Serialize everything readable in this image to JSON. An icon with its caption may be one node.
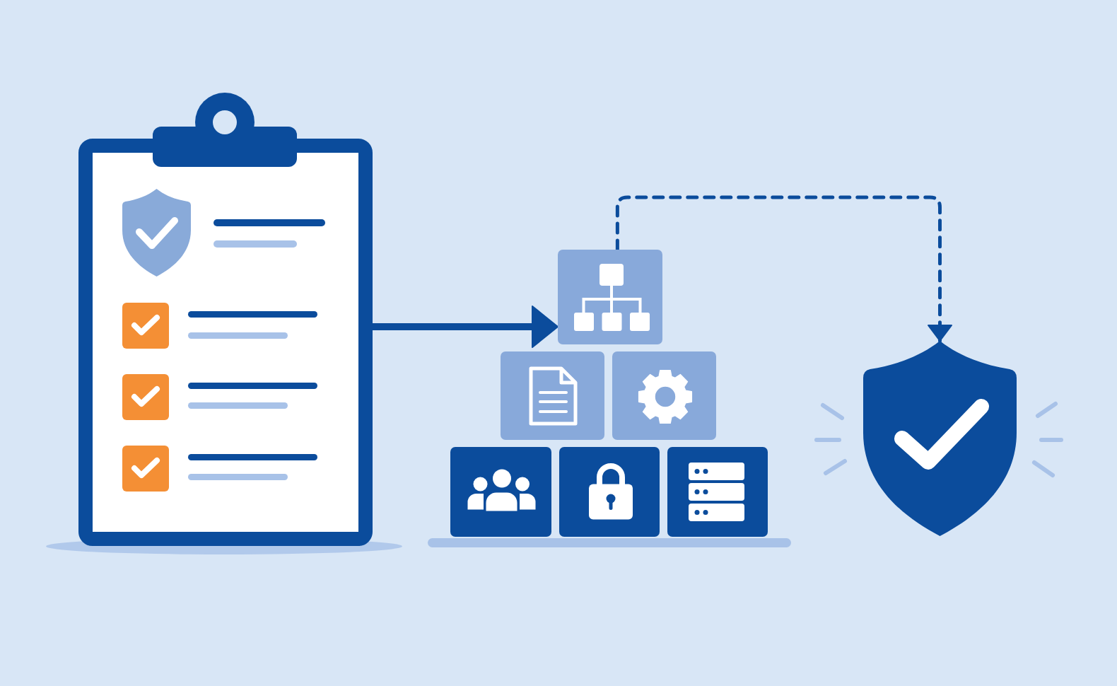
{
  "diagram": {
    "nodes": [
      {
        "text": [],
        "shape": "picture"
      },
      {
        "text": [],
        "shape": "box"
      },
      {
        "text": [],
        "shape": "box"
      },
      {
        "text": [],
        "shape": "box"
      },
      {
        "text": [],
        "shape": "box"
      },
      {
        "text": [],
        "shape": "box"
      },
      {
        "text": [],
        "shape": "box"
      },
      {
        "text": [],
        "shape": "picture"
      }
    ],
    "edges": [
      {
        "from": 0,
        "to": 1,
        "arrow": "to"
      },
      {
        "from": 1,
        "to": 7,
        "arrow": "to",
        "style": "dashed"
      }
    ]
  }
}
